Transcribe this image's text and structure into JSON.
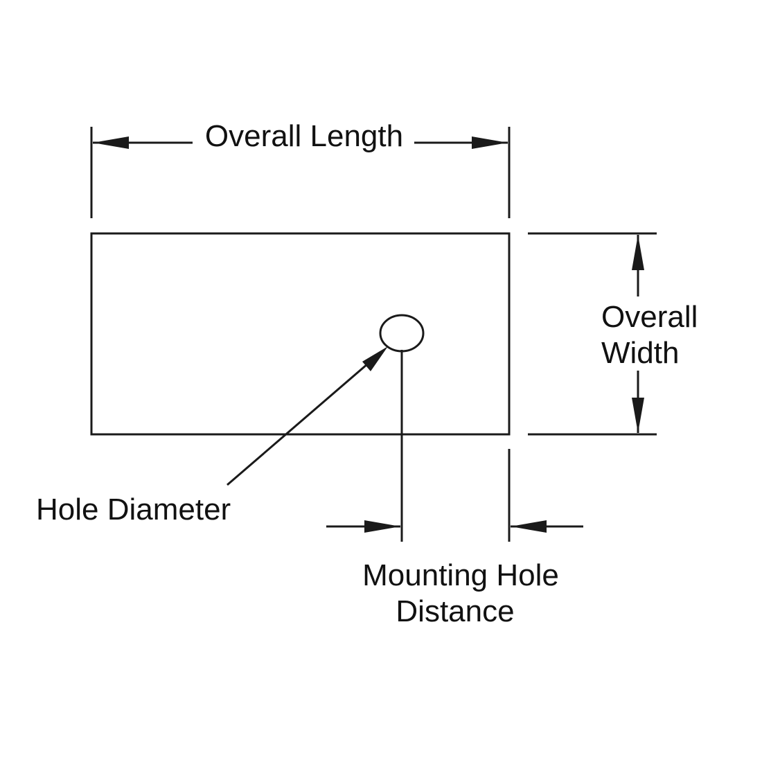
{
  "labels": {
    "overall_length": "Overall Length",
    "overall_width_line1": "Overall",
    "overall_width_line2": "Width",
    "hole_diameter": "Hole Diameter",
    "mounting_line1": "Mounting Hole",
    "mounting_line2": "Distance"
  },
  "colors": {
    "line": "#1a1a1a",
    "background": "#ffffff"
  }
}
